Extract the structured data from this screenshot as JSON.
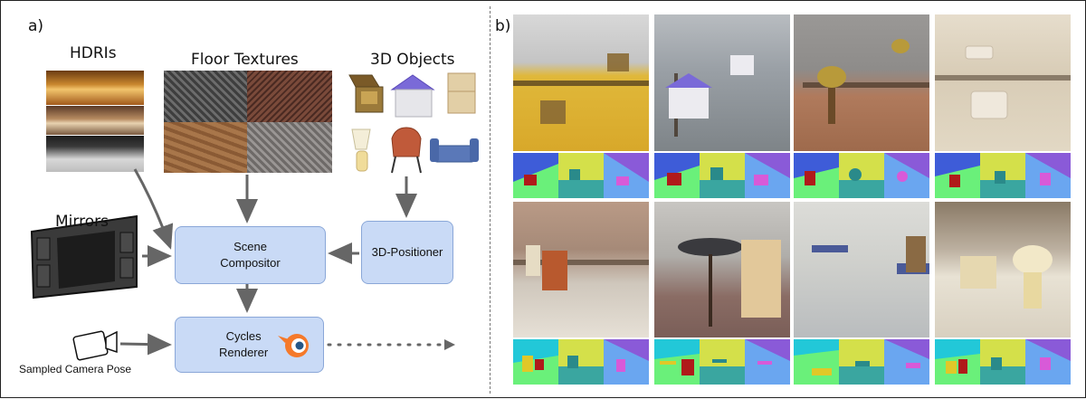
{
  "labels": {
    "panel_a": "a)",
    "panel_b": "b)",
    "hdris": "HDRIs",
    "floor_textures": "Floor Textures",
    "objects_3d": "3D Objects",
    "mirrors": "Mirrors",
    "camera": "Sampled Camera Pose"
  },
  "nodes": {
    "scene_compositor": [
      "Scene",
      "Compositor"
    ],
    "cycles_renderer": [
      "Cycles",
      "Renderer"
    ],
    "positioner": "3D-Positioner"
  },
  "colors": {
    "node_fill": "#c9daf6",
    "node_border": "#8aa7d8",
    "arrow": "#666666",
    "blender_orange": "#f5792a",
    "blender_blue": "#265787"
  },
  "icons": [
    "blender-logo-icon",
    "camera-icon"
  ]
}
